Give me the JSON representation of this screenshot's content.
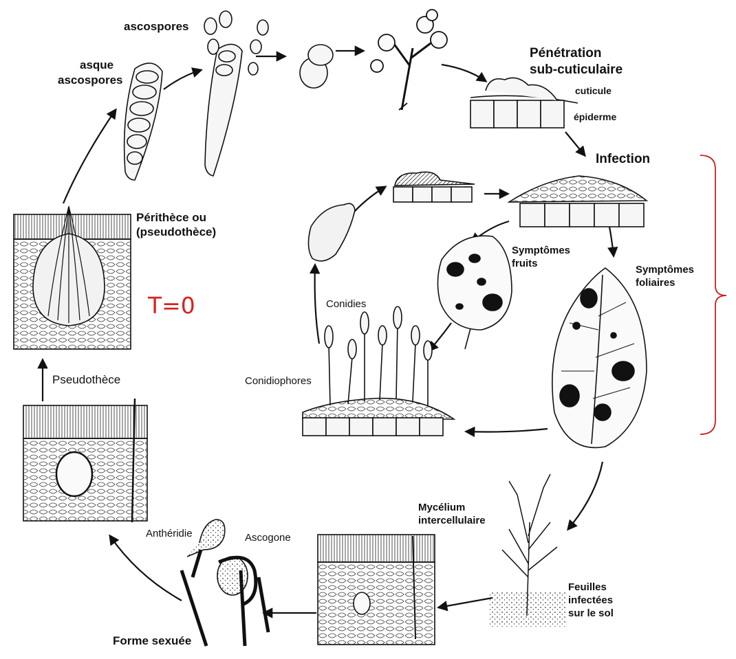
{
  "labels": {
    "ascospores_top": "ascospores",
    "asque": "asque",
    "asque_ascospores": "ascospores",
    "penetration_1": "Pénétration",
    "penetration_2": "sub-cuticulaire",
    "cuticule": "cuticule",
    "epiderme": "épiderme",
    "infection": "Infection",
    "perithece_1": "Périthèce ou",
    "perithece_2": "(pseudothèce)",
    "symptomes_fruits_1": "Symptômes",
    "symptomes_fruits_2": "fruits",
    "symptomes_foliaires_1": "Symptômes",
    "symptomes_foliaires_2": "foliaires",
    "conidies": "Conidies",
    "conidiophores": "Conidiophores",
    "pseudothece": "Pseudothèce",
    "mycelium_1": "Mycélium",
    "mycelium_2": "intercellulaire",
    "antheridie": "Anthéridie",
    "ascogone": "Ascogone",
    "feuilles_1": "Feuilles",
    "feuilles_2": "infectées",
    "feuilles_3": "sur le sol",
    "forme_sexuee": "Forme sexuée"
  },
  "annotation": {
    "t_zero": "T=0"
  },
  "colors": {
    "ink": "#111111",
    "annotation_red": "#d92020",
    "bracket_red": "#cc1f1f"
  }
}
